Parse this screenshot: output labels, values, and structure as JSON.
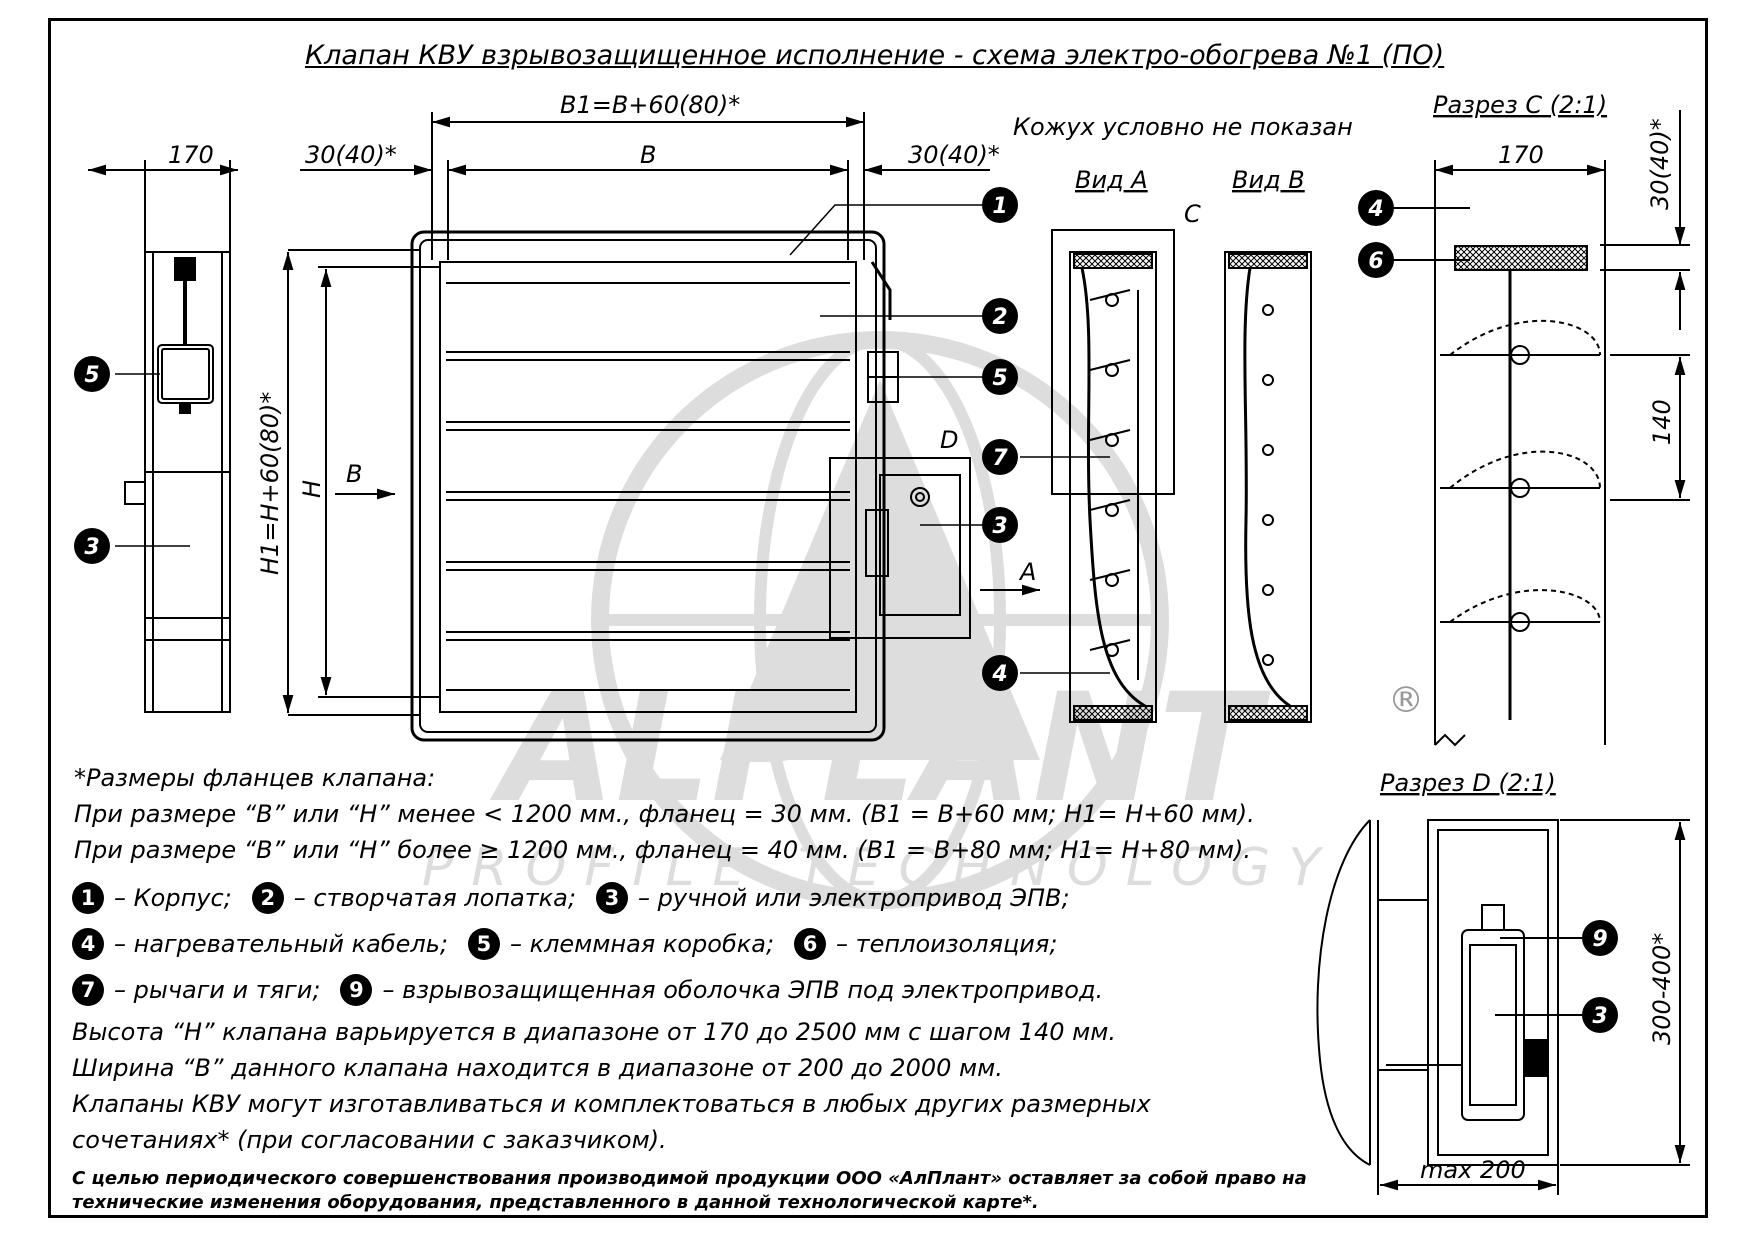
{
  "title": "Клапан КВУ взрывозащищенное исполнение - схема электро-обогрева №1 (ПО)",
  "labels": {
    "dim_170_left": "170",
    "dim_flange_left": "30(40)*",
    "dim_b1": "B1=B+60(80)*",
    "dim_b": "B",
    "dim_flange_right": "30(40)*",
    "dim_h1": "H1=H+60(80)*",
    "dim_h": "H",
    "arrow_b": "B",
    "arrow_a": "A",
    "mark_d": "D",
    "mark_c": "C",
    "casing_note": "Кожух условно не показан",
    "view_a": "Вид А",
    "view_b": "Вид B",
    "section_c": "Разрез С (2:1)",
    "dim_170_section": "170",
    "dim_30_40_section": "30(40)*",
    "dim_140": "140",
    "section_d": "Разрез D (2:1)",
    "dim_300_400": "300-400*",
    "dim_max200": "max 200",
    "registered": "®",
    "watermark_brand": "ALPLANT",
    "watermark_sub": "PROFILE TECHNOLOGY"
  },
  "callouts": {
    "c1": "1",
    "c2": "2",
    "c3": "3",
    "c4": "4",
    "c5": "5",
    "c6": "6",
    "c7": "7",
    "c9": "9"
  },
  "notes": {
    "heading": "*Размеры фланцев клапана:",
    "line1": "При размере “В” или “Н” менее < 1200 мм., фланец = 30 мм. (В1 = В+60 мм; Н1= Н+60 мм).",
    "line2": "При размере “В” или “Н” более ≥ 1200 мм., фланец = 40 мм. (В1 = В+80 мм; Н1= Н+80 мм)."
  },
  "legend": [
    {
      "num": "1",
      "text": "– Корпус;"
    },
    {
      "num": "2",
      "text": "– створчатая лопатка;"
    },
    {
      "num": "3",
      "text": "– ручной или электропривод ЭПВ;"
    },
    {
      "num": "4",
      "text": "– нагревательный кабель;"
    },
    {
      "num": "5",
      "text": "– клеммная коробка;"
    },
    {
      "num": "6",
      "text": "– теплоизоляция;"
    },
    {
      "num": "7",
      "text": "– рычаги и тяги;"
    },
    {
      "num": "9",
      "text": "– взрывозащищенная оболочка ЭПВ под электропривод."
    }
  ],
  "specs": {
    "height_range": "Высота “Н” клапана варьируется в диапазоне от 170  до 2500 мм с шагом 140 мм.",
    "width_range": "Ширина “В” данного клапана находится в диапазоне от 200 до 2000 мм.",
    "custom_line1": "Клапаны КВУ могут изготавливаться и комплектоваться в любых других размерных",
    "custom_line2": "сочетаниях* (при согласовании с заказчиком)."
  },
  "disclaimer": {
    "line1": "С целью периодического совершенствования производимой продукции ООО «АлПлант» оставляет за собой право на",
    "line2": "технические изменения оборудования, представленного в данной технологической карте*."
  }
}
